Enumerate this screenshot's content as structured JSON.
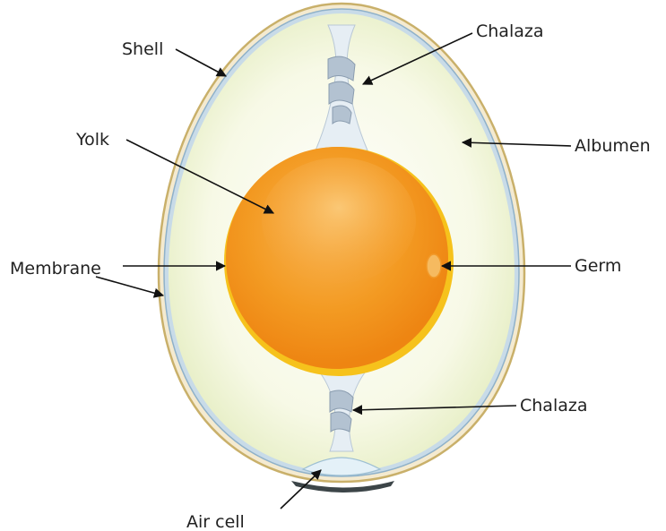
{
  "labels": {
    "shell": "Shell",
    "chalaza_top": "Chalaza",
    "yolk": "Yolk",
    "albumen": "Albumen",
    "membrane": "Membrane",
    "germ": "Germ",
    "chalaza_bottom": "Chalaza",
    "air_cell": "Air cell"
  },
  "colors": {
    "shell": "#d9c58a",
    "membrane": "#a9c4d8",
    "albumen": "#f3f7dc",
    "yolk_outer": "#f08a10",
    "yolk_inner": "#f7a52a",
    "yolk_rim": "#f6c21c",
    "germ": "#f5b85a",
    "chalaza": "#b9c8d6",
    "air_cell": "#dfeef6",
    "arrow": "#111111"
  }
}
